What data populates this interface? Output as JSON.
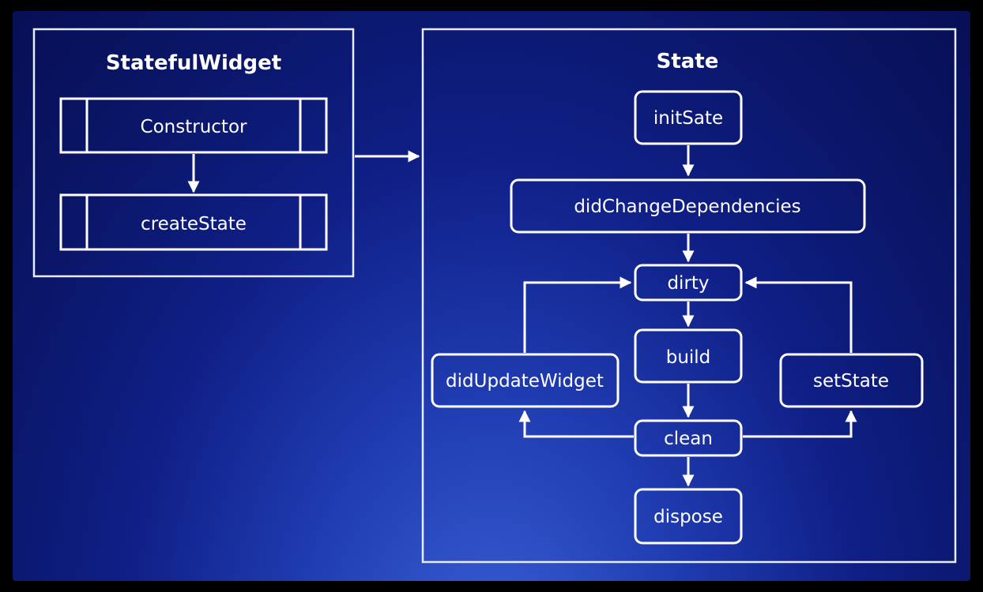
{
  "diagram": {
    "stateful_widget": {
      "title": "StatefulWidget",
      "constructor": "Constructor",
      "create_state": "createState"
    },
    "state": {
      "title": "State",
      "init_state": "initSate",
      "did_change_dependencies": "didChangeDependencies",
      "dirty": "dirty",
      "build": "build",
      "clean": "clean",
      "dispose": "dispose",
      "did_update_widget": "didUpdateWidget",
      "set_state": "setState"
    }
  },
  "colors": {
    "background_dark": "#070f55",
    "background_light": "#3a5fd6",
    "stroke": "#ffffff"
  }
}
